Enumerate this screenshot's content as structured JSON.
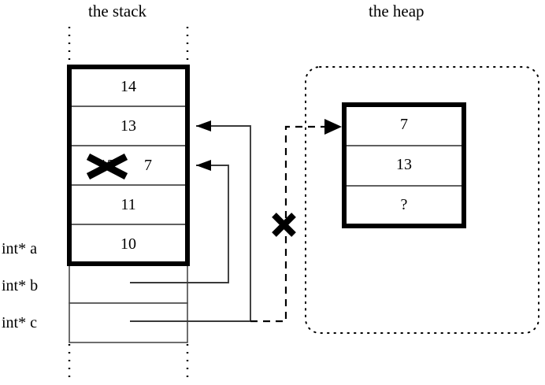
{
  "diagram": {
    "kind": "memory-diagram",
    "titles": {
      "stack": "the stack",
      "heap": "the heap"
    },
    "colors": {
      "stroke": "#000000",
      "thin_stroke": "#3a3a3a",
      "background": "#ffffff"
    },
    "stack": {
      "frame_cells": [
        {
          "value": "14"
        },
        {
          "value": "13"
        },
        {
          "value": "12",
          "struck": true,
          "new_value": "7"
        },
        {
          "value": "11"
        },
        {
          "value": "10"
        }
      ],
      "variable_labels": [
        {
          "name": "int* a"
        },
        {
          "name": "int* b"
        },
        {
          "name": "int* c"
        }
      ],
      "pointer_cells": [
        {
          "owner": "int* b",
          "target": "12"
        },
        {
          "owner": "int* c",
          "target": "13"
        }
      ]
    },
    "heap": {
      "cells": [
        {
          "value": "7"
        },
        {
          "value": "13"
        },
        {
          "value": "?"
        }
      ]
    },
    "annotations": {
      "broken_link_mark": "✖",
      "broken_link_note": "x-mark-over-dashed-pointer",
      "struck_value_mark": "✖"
    }
  }
}
